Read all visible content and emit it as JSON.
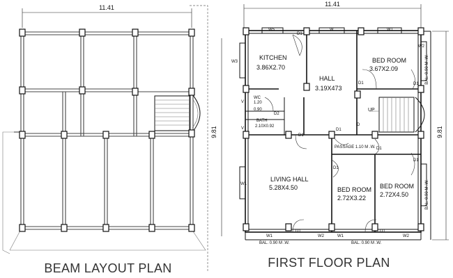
{
  "beam_plan": {
    "title": "BEAM LAYOUT PLAN",
    "width_dim": "11.41",
    "height_dim": "9.81"
  },
  "floor_plan": {
    "title": "FIRST FLOOR PLAN",
    "width_dim": "11.41",
    "height_dim": "9.81",
    "rooms": {
      "kitchen": {
        "name": "KITCHEN",
        "size": "3.86X2.70"
      },
      "hall": {
        "name": "HALL",
        "size": "3.19X473"
      },
      "bedroom_top": {
        "name": "BED ROOM",
        "size": "3.67X2.09"
      },
      "living": {
        "name": "LIVING HALL",
        "size": "5.28X4.50"
      },
      "bedroom_mid": {
        "name": "BED ROOM",
        "size": "2.72X3.22"
      },
      "bedroom_right": {
        "name": "BED ROOM",
        "size": "2.72X4.50"
      },
      "bath": {
        "name": "BATH",
        "size": "2.10X0.92"
      },
      "wc": {
        "name": "WC",
        "size": "1.20",
        "size2": "0.90"
      }
    },
    "passage": "PASSAGE 1.10 M .W.",
    "up": "UP",
    "balconies": {
      "bottom_left": "BAL. 0.90 M .W.",
      "bottom_right": "BAL. 0.90 M .W.",
      "right_top": "BAL. 0.90 M .W.",
      "right_bottom": "BAL. 0.90 M .W."
    },
    "openings": {
      "w5": "W5",
      "w": "W",
      "w1": "W1",
      "w2": "W2",
      "w3": "W3",
      "d1": "D1",
      "d2": "D2",
      "d": "D",
      "v": "V"
    }
  }
}
